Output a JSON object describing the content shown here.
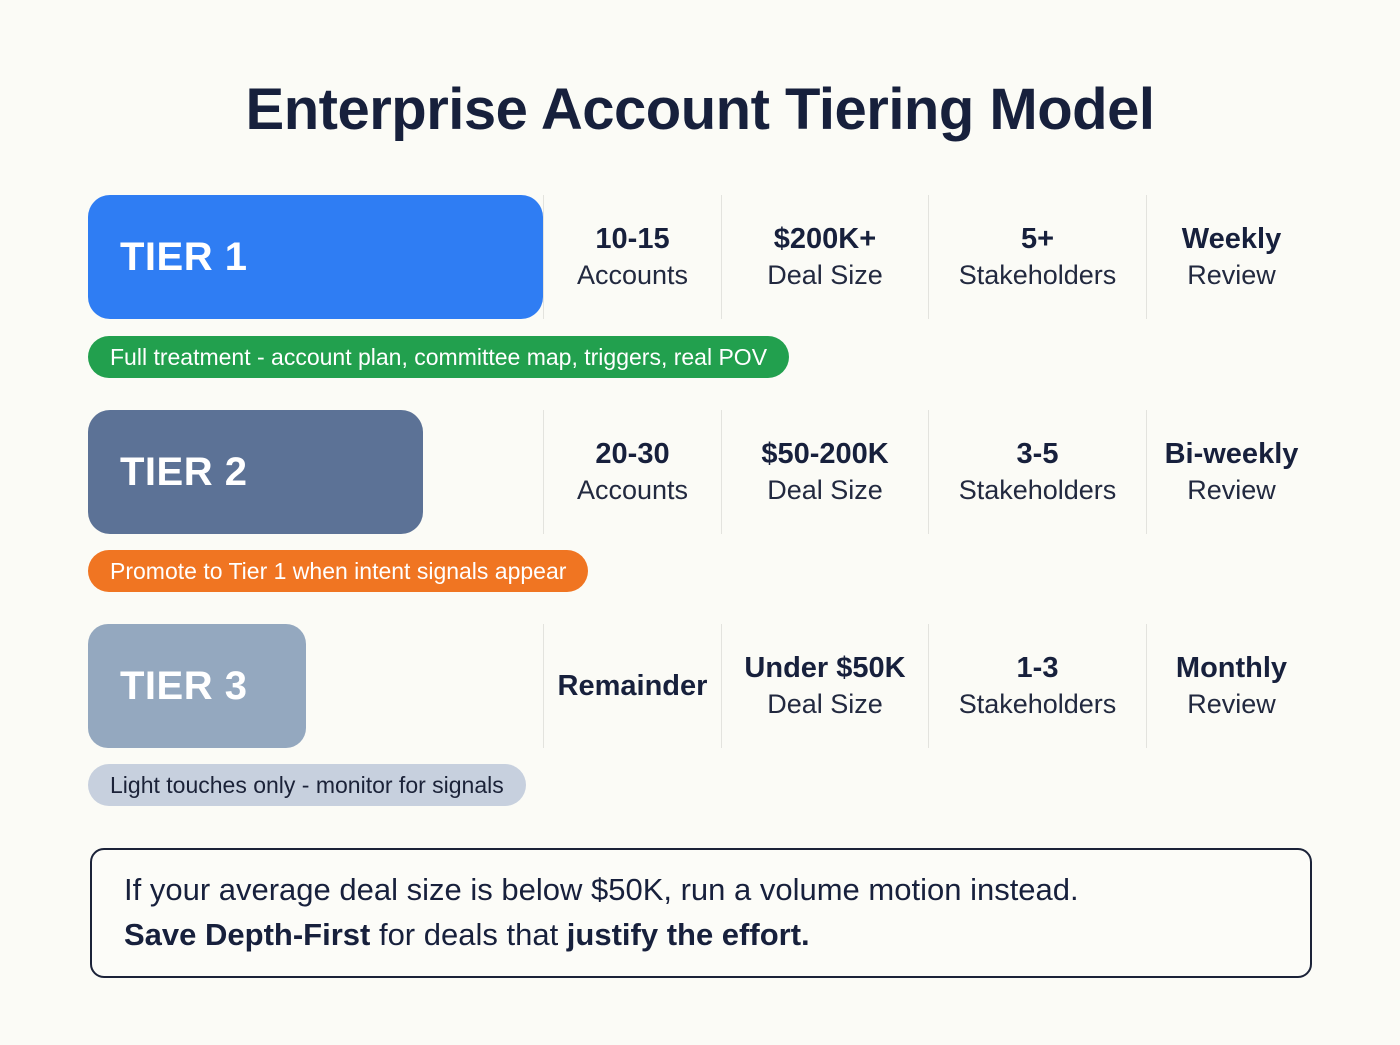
{
  "page": {
    "title": "Enterprise Account Tiering Model",
    "background_color": "#fbfbf6",
    "text_color": "#17203c"
  },
  "columns": {
    "accounts": "Accounts",
    "deal_size": "Deal Size",
    "stakeholders": "Stakeholders",
    "review": "Review"
  },
  "tiers": [
    {
      "name": "TIER 1",
      "bar_color": "#2f7df3",
      "accounts_value": "10-15",
      "accounts_label": "Accounts",
      "deal_value": "$200K+",
      "deal_label": "Deal Size",
      "stakeholders_value": "5+",
      "stakeholders_label": "Stakeholders",
      "review_value": "Weekly",
      "review_label": "Review",
      "badge_text": "Full treatment - account plan, committee map, triggers, real POV",
      "badge_color": "#22a04e",
      "badge_text_color": "#ffffff"
    },
    {
      "name": "TIER 2",
      "bar_color": "#5c7296",
      "accounts_value": "20-30",
      "accounts_label": "Accounts",
      "deal_value": "$50-200K",
      "deal_label": "Deal Size",
      "stakeholders_value": "3-5",
      "stakeholders_label": "Stakeholders",
      "review_value": "Bi-weekly",
      "review_label": "Review",
      "badge_text": "Promote to Tier 1 when intent signals appear",
      "badge_color": "#f07522",
      "badge_text_color": "#ffffff"
    },
    {
      "name": "TIER 3",
      "bar_color": "#94a8bf",
      "accounts_value": "Remainder",
      "accounts_label": "",
      "deal_value": "Under $50K",
      "deal_label": "Deal Size",
      "stakeholders_value": "1-3",
      "stakeholders_label": "Stakeholders",
      "review_value": "Monthly",
      "review_label": "Review",
      "badge_text": "Light touches only - monitor for signals",
      "badge_color": "#c7d0de",
      "badge_text_color": "#1b2238"
    }
  ],
  "callout": {
    "line1": "If your average deal size is below $50K, run a volume motion instead.",
    "line2_bold_lead": "Save Depth-First",
    "line2_mid": " for deals that ",
    "line2_bold_tail": "justify the effort.",
    "border_color": "#1b2238"
  }
}
